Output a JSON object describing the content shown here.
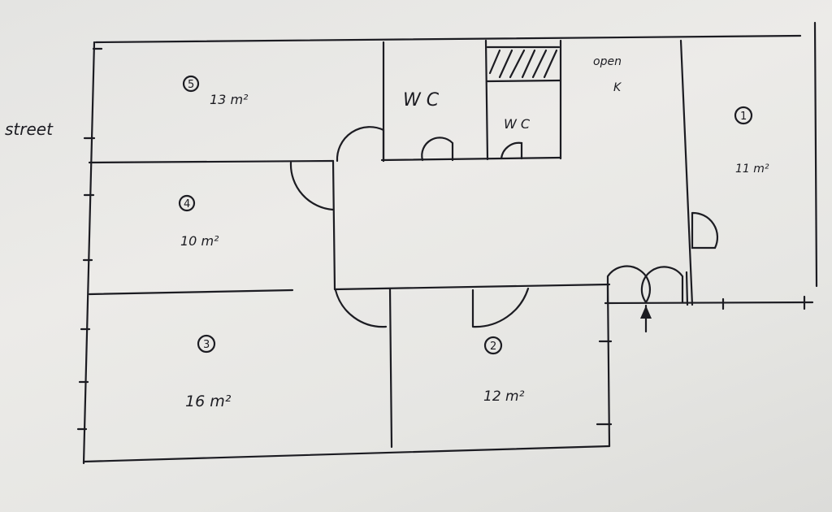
{
  "labels": {
    "street": "street",
    "wc_large": "W C",
    "wc_small": "W C",
    "open": "open",
    "kitchen": "K"
  },
  "rooms": [
    {
      "number": "1",
      "area": "11 m²"
    },
    {
      "number": "2",
      "area": "12 m²"
    },
    {
      "number": "3",
      "area": "16 m²"
    },
    {
      "number": "4",
      "area": "10 m²"
    },
    {
      "number": "5",
      "area": "13 m²"
    }
  ],
  "colors": {
    "ink": "#1c1c22",
    "paper": "#e8e8e5"
  }
}
